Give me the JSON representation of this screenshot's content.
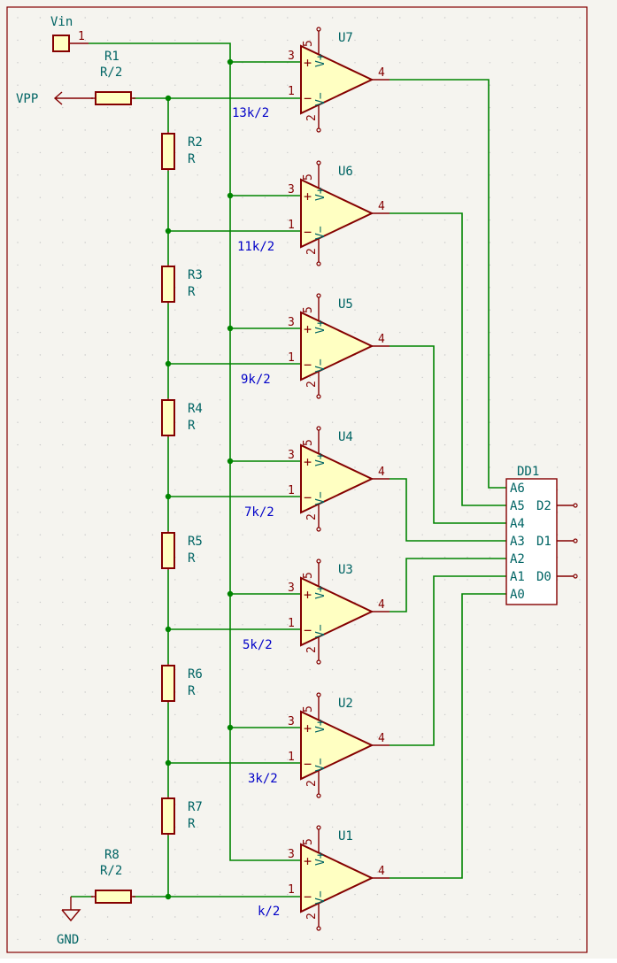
{
  "colors": {
    "background": "#f5f4ef",
    "wire": "#008400",
    "junction": "#008400",
    "symbol_body": "#840000",
    "symbol_fill": "#ffffc2",
    "reference": "#006464",
    "net_label": "#0000c8",
    "grid_dot": "#c8c8c8"
  },
  "connector": {
    "ref": "Vin",
    "pin": "1"
  },
  "power": {
    "vpp": "VPP",
    "gnd": "GND"
  },
  "resistors": [
    {
      "ref": "R1",
      "value": "R/2"
    },
    {
      "ref": "R2",
      "value": "R"
    },
    {
      "ref": "R3",
      "value": "R"
    },
    {
      "ref": "R4",
      "value": "R"
    },
    {
      "ref": "R5",
      "value": "R"
    },
    {
      "ref": "R6",
      "value": "R"
    },
    {
      "ref": "R7",
      "value": "R"
    },
    {
      "ref": "R8",
      "value": "R/2"
    }
  ],
  "comparators": [
    {
      "ref": "U7",
      "tap": "13k/2"
    },
    {
      "ref": "U6",
      "tap": "11k/2"
    },
    {
      "ref": "U5",
      "tap": "9k/2"
    },
    {
      "ref": "U4",
      "tap": "7k/2"
    },
    {
      "ref": "U3",
      "tap": "5k/2"
    },
    {
      "ref": "U2",
      "tap": "3k/2"
    },
    {
      "ref": "U1",
      "tap": "k/2"
    }
  ],
  "opamp_pins": {
    "in_plus": "3",
    "in_minus": "1",
    "out": "4",
    "vplus": "5",
    "vminus": "2",
    "label_plus": "+",
    "label_minus": "−",
    "label_vplus": "V+",
    "label_vminus": "V−"
  },
  "encoder": {
    "ref": "DD1",
    "inputs": [
      "A6",
      "A5",
      "A4",
      "A3",
      "A2",
      "A1",
      "A0"
    ],
    "outputs": [
      "D2",
      "D1",
      "D0"
    ]
  }
}
